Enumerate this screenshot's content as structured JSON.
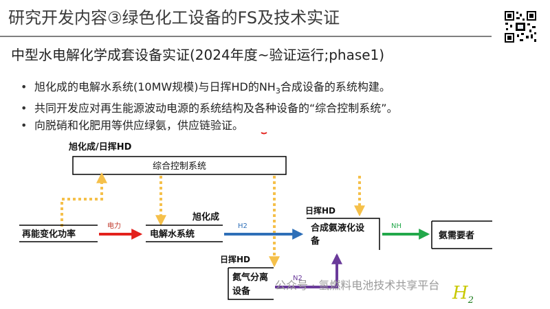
{
  "title": "研究开发内容③绿色化工设备的FS及技术实证",
  "subtitle": "中型水电解化学成套设备实证(2024年度~验证运行;phase1)",
  "bullets": [
    "旭化成的电解水系统(10MW规模)与日挥HD的NH",
    "共同开发应对再生能源波动电源的系统结构及各种设备的“综合控制系统”。",
    "向脱硝和化肥用等供应绿氨，供应链验证。"
  ],
  "bullet1_sub": "3",
  "bullet1_tail": "合成设备的系统构建。",
  "diagram": {
    "control_owner": "旭化成/日挥HD",
    "control_system": "综合控制系统",
    "renewable_fluctuation": "再能变化功率",
    "power_label": "电力",
    "electrolysis_owner": "旭化成",
    "electrolysis_system": "电解水系统",
    "h2_label": "H2",
    "ammonia_owner": "日挥HD",
    "ammonia_line1": "合成氨液化设",
    "ammonia_line2": "备",
    "nh_label": "NH",
    "ammonia_demand": "氨需要者",
    "n2_owner": "日挥HD",
    "n2_line1": "氮气分离",
    "n2_line2": "设备",
    "n2_label": "N2"
  },
  "watermark": {
    "text": "公众号 · 氢燃料电池技术共享平台",
    "logo_main": "H",
    "logo_sub": "2"
  },
  "colors": {
    "power_arrow": "#e3211c",
    "h2_arrow": "#2e6fb8",
    "nh_arrow": "#22a84a",
    "n2_arrow": "#6a3a9a",
    "dotted": "#f5c04a"
  }
}
